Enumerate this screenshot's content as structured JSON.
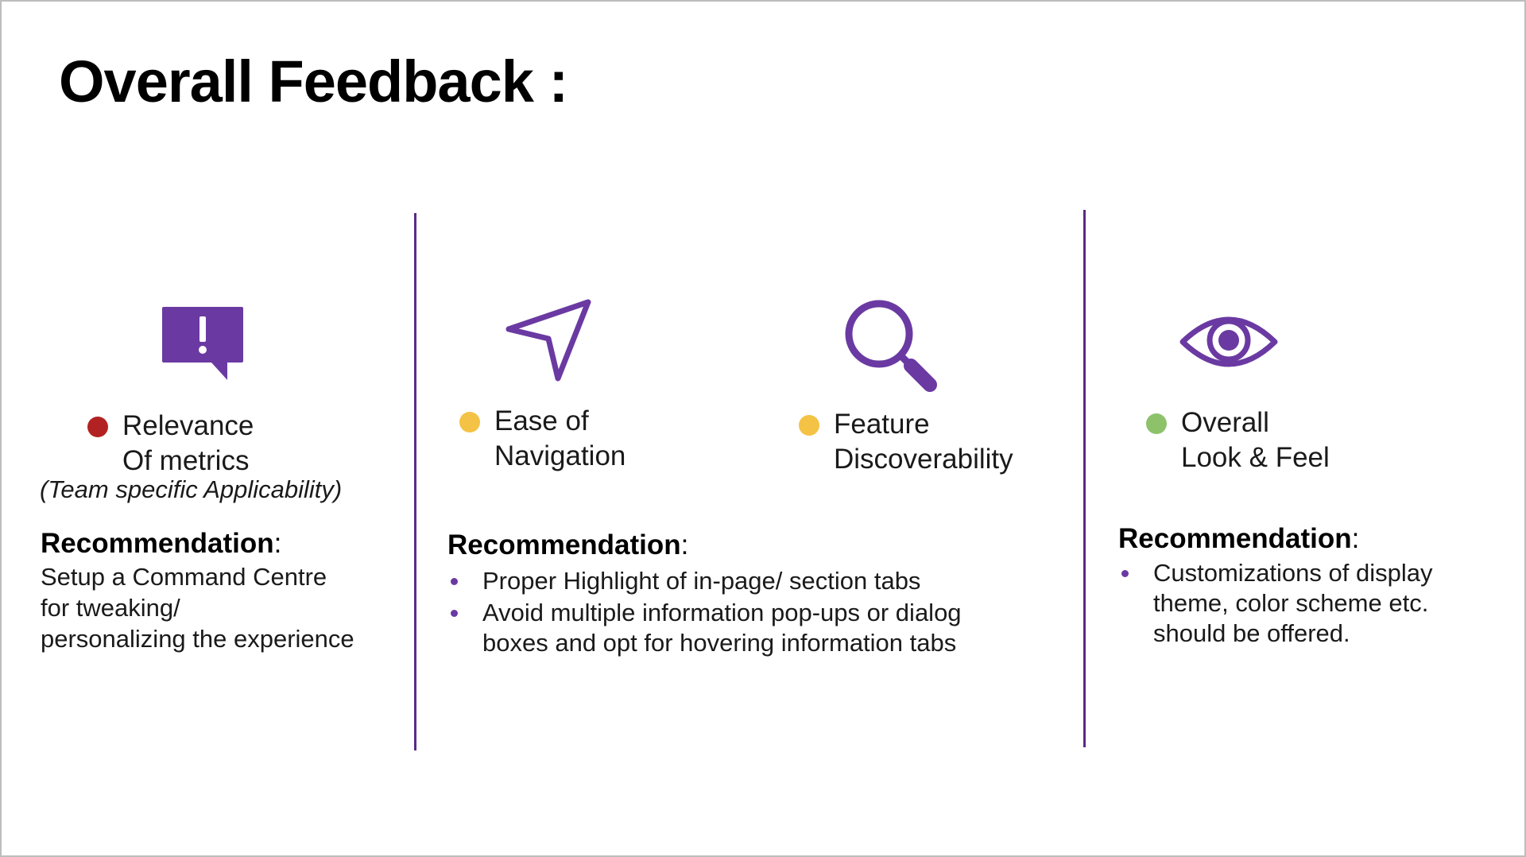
{
  "title": "Overall Feedback :",
  "colors": {
    "accent": "#6a3aa2",
    "divider": "#5b2a86",
    "status_red": "#b22222",
    "status_yellow": "#f4c245",
    "status_green": "#8dc26b"
  },
  "sections": [
    {
      "icon": "alert-message-icon",
      "status": "red",
      "label_lines": [
        "Relevance",
        "Of metrics"
      ],
      "note": "(Team specific Applicability)"
    },
    {
      "icon": "navigation-arrow-icon",
      "status": "yellow",
      "label_lines": [
        "Ease of",
        "Navigation"
      ]
    },
    {
      "icon": "magnifier-icon",
      "status": "yellow",
      "label_lines": [
        "Feature",
        "Discoverability"
      ]
    },
    {
      "icon": "eye-icon",
      "status": "green",
      "label_lines": [
        "Overall",
        "Look & Feel"
      ]
    }
  ],
  "recommendations": [
    {
      "heading": "Recommendation",
      "colon": ":",
      "lines": [
        "Setup a Command Centre",
        "for tweaking/",
        "personalizing the experience"
      ]
    },
    {
      "heading": "Recommendation",
      "colon": ":",
      "bullets": [
        {
          "lines": [
            "Proper Highlight of in-page/ section tabs"
          ]
        },
        {
          "lines": [
            "Avoid multiple information pop-ups or dialog",
            "boxes and opt for hovering information tabs"
          ]
        }
      ]
    },
    {
      "heading": "Recommendation",
      "colon": ":",
      "bullets": [
        {
          "lines": [
            "Customizations of display",
            "theme, color scheme etc.",
            "should be offered."
          ]
        }
      ]
    }
  ]
}
